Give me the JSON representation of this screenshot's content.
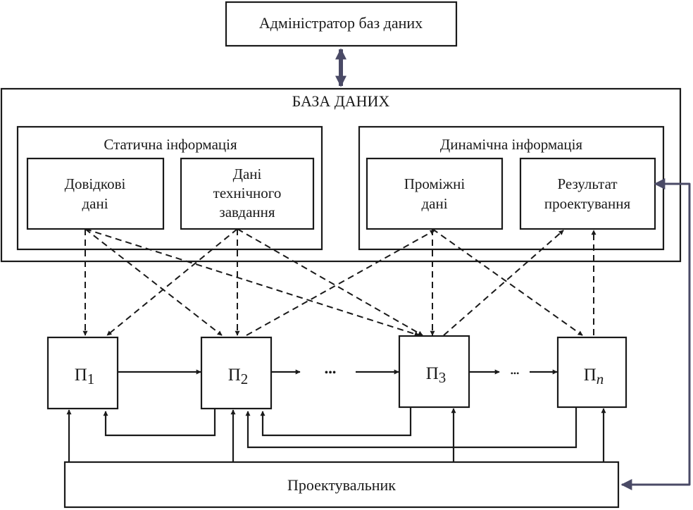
{
  "colors": {
    "ink": "#1a1a1a",
    "accent_arrows": "#4a4a66",
    "background": "#ffffff"
  },
  "admin": {
    "label": "Адміністратор баз даних"
  },
  "database": {
    "label": "БАЗА ДАНИХ",
    "static": {
      "label": "Статична інформація",
      "reference": [
        "Довідкові",
        "дані"
      ],
      "tech_task": [
        "Дані",
        "технічного",
        "завдання"
      ]
    },
    "dynamic": {
      "label": "Динамічна інформація",
      "intermediate": [
        "Проміжні",
        "дані"
      ],
      "result": [
        "Результат",
        "проектування"
      ]
    }
  },
  "processes": [
    {
      "base": "П",
      "sub": "1"
    },
    {
      "base": "П",
      "sub": "2"
    },
    {
      "base": "П",
      "sub": "3"
    },
    {
      "base": "П",
      "sub": "n"
    }
  ],
  "ellipsis": "•••",
  "designer": {
    "label": "Проектувальник"
  }
}
